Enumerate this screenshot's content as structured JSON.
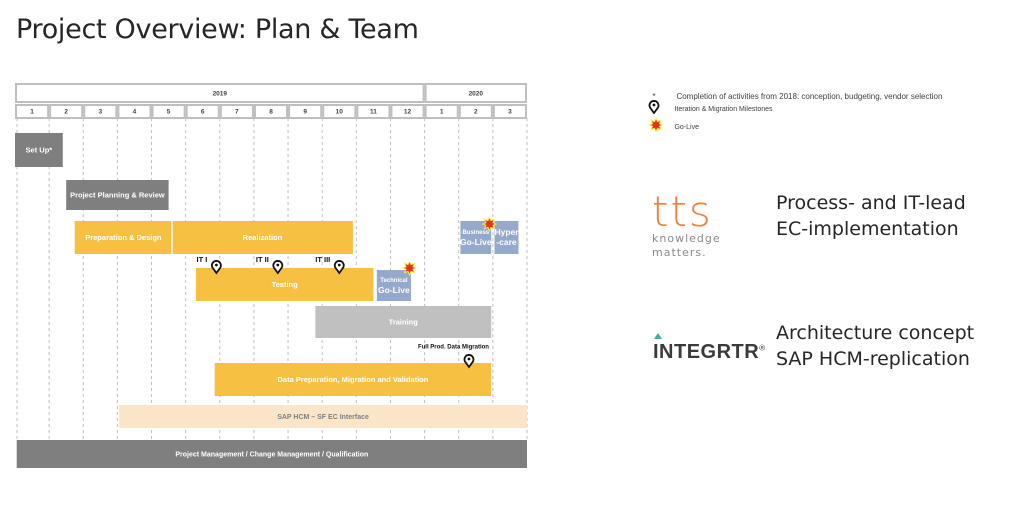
{
  "page": {
    "title": "Project Overview: Plan & Team"
  },
  "chart_data": {
    "type": "gantt",
    "title": "Project Overview: Plan & Team",
    "timeline": {
      "years": [
        {
          "label": "2019",
          "months": [
            "1",
            "2",
            "3",
            "4",
            "5",
            "6",
            "7",
            "8",
            "9",
            "10",
            "11",
            "12"
          ]
        },
        {
          "label": "2020",
          "months": [
            "1",
            "2",
            "3"
          ]
        }
      ],
      "total_months": 15
    },
    "colors": {
      "dark_gray": "#7f7f7f",
      "yellow": "#f6c143",
      "light_gray": "#c0c0c0",
      "blue_gray": "#95a9cc",
      "light_peach": "#fbe5c8",
      "header_border": "#bfbfbf"
    },
    "tasks": [
      {
        "label": "Set Up*",
        "start": 0,
        "end": 1.4,
        "row": 0,
        "color": "dark_gray",
        "text_color": "#ffffff"
      },
      {
        "label": "Project Planning & Review",
        "start": 1.5,
        "end": 4.5,
        "row": 1,
        "color": "dark_gray",
        "text_color": "#ffffff"
      },
      {
        "label": "Preparation & Design",
        "start": 1.75,
        "end": 4.6,
        "row": 2,
        "color": "yellow",
        "text_color": "#ffffff"
      },
      {
        "label": "Realization",
        "start": 4.6,
        "end": 9.9,
        "row": 2,
        "color": "yellow",
        "text_color": "#ffffff"
      },
      {
        "label": "Testing",
        "start": 5.3,
        "end": 10.5,
        "row": 3,
        "color": "yellow",
        "text_color": "#ffffff"
      },
      {
        "label": "Training",
        "start": 8.8,
        "end": 13.95,
        "row": 4,
        "color": "light_gray",
        "text_color": "#ffffff"
      },
      {
        "label": "Data Preparation, Migration and Validation",
        "start": 5.85,
        "end": 13.95,
        "row": 5,
        "color": "yellow",
        "text_color": "#ffffff"
      },
      {
        "label": "SAP HCM – SF EC Interface",
        "start": 3.05,
        "end": 15,
        "row": 6,
        "color": "light_peach",
        "text_color": "#7f7f7f"
      },
      {
        "label": "Project Management / Change Management / Qualification",
        "start": 0.05,
        "end": 15,
        "row": 7,
        "color": "dark_gray",
        "text_color": "#ffffff"
      }
    ],
    "golives": [
      {
        "label_small": "Technical",
        "label_big": "Go-Live",
        "start": 10.6,
        "end": 11.6,
        "row": 3,
        "star_at": 11.55
      },
      {
        "label_small": "Business",
        "label_big": "Go-Live",
        "start": 13.05,
        "end": 13.95,
        "row": 2,
        "star_at": 13.9
      },
      {
        "label_small": "Hyper",
        "label_big": "-care",
        "start": 14.05,
        "end": 14.75,
        "row": 2,
        "star_at": null
      }
    ],
    "milestones": [
      {
        "label": "IT I",
        "at": 5.9,
        "row": 3
      },
      {
        "label": "IT II",
        "at": 7.7,
        "row": 3
      },
      {
        "label": "IT III",
        "at": 9.5,
        "row": 3
      },
      {
        "label": "Full Prod. Data Migration",
        "at": 13.3,
        "row": 5
      }
    ]
  },
  "legend": {
    "items": [
      {
        "icon": "asterisk",
        "label": "Completion of activities from 2018: conception, budgeting, vendor selection"
      },
      {
        "icon": "map-pin-icon",
        "label": "Iteration & Migration Milestones"
      },
      {
        "icon": "starburst-icon",
        "label": "Go-Live"
      }
    ]
  },
  "team": [
    {
      "logo_main": "tts",
      "logo_tagline_1": "knowledge",
      "logo_tagline_2": "matters.",
      "desc_1": "Process- and IT-lead",
      "desc_2": "EC-implementation",
      "brand_color": "#ef7f3d"
    },
    {
      "logo_main": "INTEGRTR",
      "logo_mark": "®",
      "desc_1": "Architecture concept",
      "desc_2": "SAP HCM-replication",
      "brand_color": "#3db39e"
    }
  ]
}
